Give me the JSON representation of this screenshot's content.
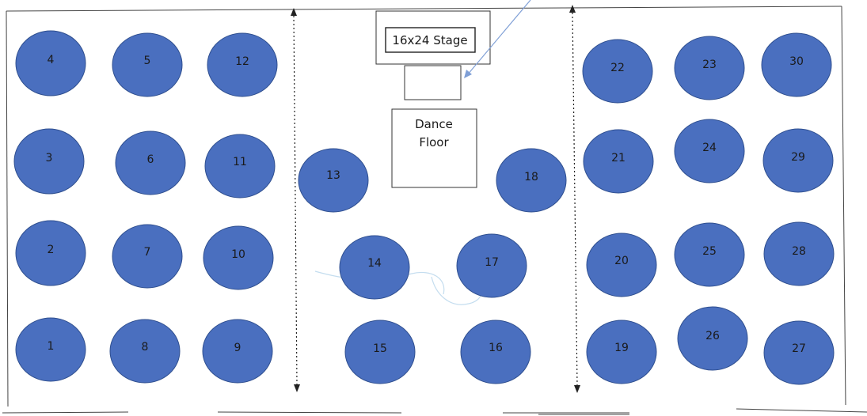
{
  "colors": {
    "table_fill": "#4a6fbf",
    "table_stroke": "#2f4f8f",
    "line": "#444444",
    "pointer": "#7f9fd6",
    "squiggle": "#c4ddef"
  },
  "stage": {
    "label": "16x24 Stage"
  },
  "dance_floor": {
    "line1": "Dance",
    "line2": "Floor"
  },
  "tables": [
    {
      "number": "4"
    },
    {
      "number": "5"
    },
    {
      "number": "12"
    },
    {
      "number": "3"
    },
    {
      "number": "6"
    },
    {
      "number": "11"
    },
    {
      "number": "2"
    },
    {
      "number": "7"
    },
    {
      "number": "10"
    },
    {
      "number": "1"
    },
    {
      "number": "8"
    },
    {
      "number": "9"
    },
    {
      "number": "13"
    },
    {
      "number": "18"
    },
    {
      "number": "14"
    },
    {
      "number": "17"
    },
    {
      "number": "15"
    },
    {
      "number": "16"
    },
    {
      "number": "22"
    },
    {
      "number": "23"
    },
    {
      "number": "30"
    },
    {
      "number": "21"
    },
    {
      "number": "24"
    },
    {
      "number": "29"
    },
    {
      "number": "20"
    },
    {
      "number": "25"
    },
    {
      "number": "28"
    },
    {
      "number": "19"
    },
    {
      "number": "26"
    },
    {
      "number": "27"
    }
  ]
}
